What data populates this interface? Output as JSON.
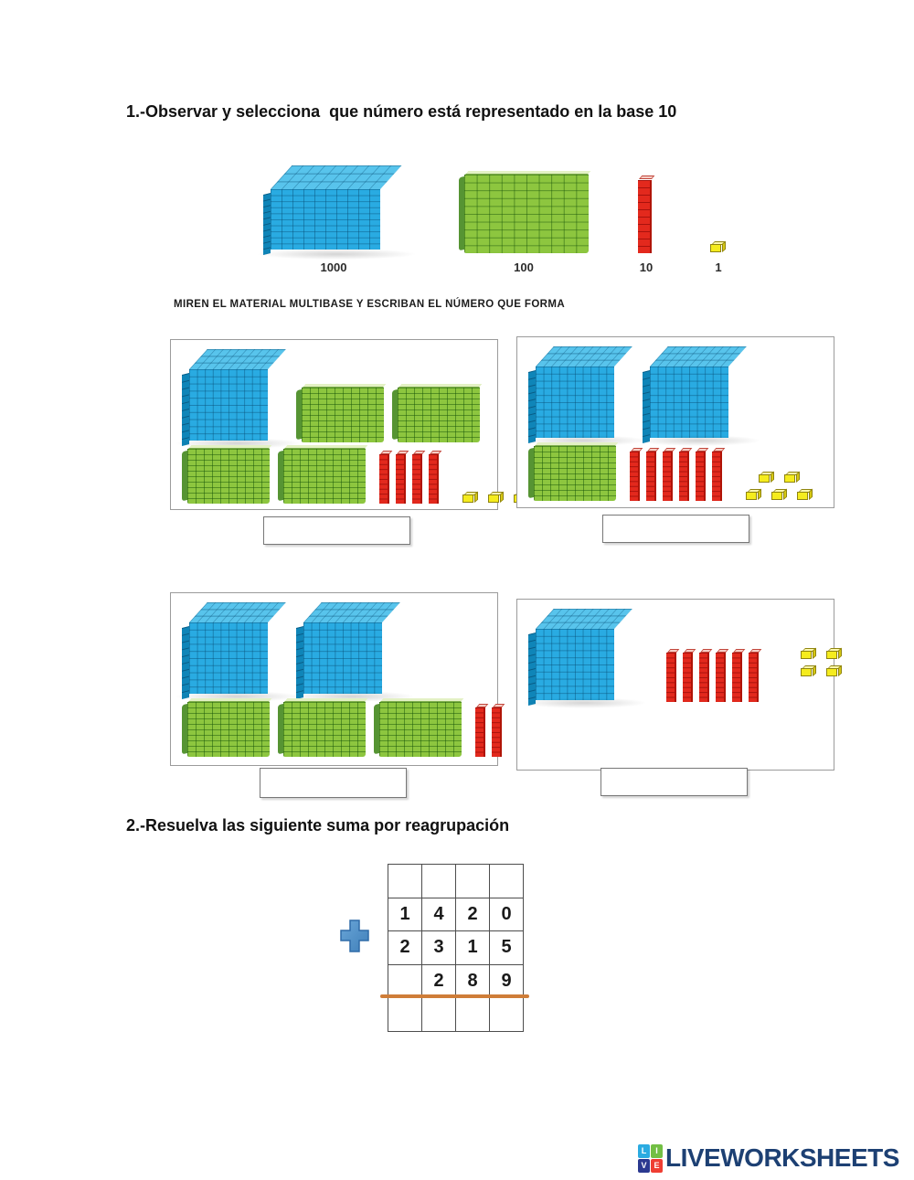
{
  "section1": {
    "title": "1.-Observar y selecciona  que número está representado en la base 10",
    "instruction": "MIREN EL MATERIAL MULTIBASE Y ESCRIBAN EL NÚMERO QUE FORMA",
    "legend": [
      {
        "type": "cube",
        "label": "1000"
      },
      {
        "type": "flat",
        "label": "100"
      },
      {
        "type": "rod",
        "label": "10"
      },
      {
        "type": "unit",
        "label": "1"
      }
    ],
    "panels": [
      {
        "counts": {
          "cubes": 1,
          "flats": 4,
          "rods": 4,
          "units": 3
        },
        "answer_value": "",
        "rows": [
          [
            {
              "block": "cube"
            },
            {
              "block": "flat"
            },
            {
              "block": "flat"
            }
          ],
          [
            {
              "block": "flat"
            },
            {
              "block": "flat"
            },
            {
              "block": "rods",
              "count": 4
            },
            {
              "block": "units",
              "layout": [
                3
              ]
            }
          ]
        ]
      },
      {
        "counts": {
          "cubes": 2,
          "flats": 1,
          "rods": 6,
          "units": 5
        },
        "answer_value": "",
        "rows": [
          [
            {
              "block": "cube"
            },
            {
              "block": "cube"
            }
          ],
          [
            {
              "block": "flat"
            },
            {
              "block": "rods",
              "count": 6
            },
            {
              "block": "units",
              "layout": [
                2,
                3
              ]
            }
          ]
        ]
      },
      {
        "counts": {
          "cubes": 2,
          "flats": 3,
          "rods": 2,
          "units": 0
        },
        "answer_value": "",
        "rows": [
          [
            {
              "block": "cube"
            },
            {
              "block": "cube"
            }
          ],
          [
            {
              "block": "flat"
            },
            {
              "block": "flat"
            },
            {
              "block": "flat"
            },
            {
              "block": "rods",
              "count": 2
            }
          ]
        ]
      },
      {
        "counts": {
          "cubes": 1,
          "flats": 0,
          "rods": 6,
          "units": 4
        },
        "answer_value": "",
        "rows": [
          [
            {
              "block": "cube"
            },
            {
              "block": "rods",
              "count": 6
            },
            {
              "block": "units",
              "layout": [
                2,
                2
              ]
            }
          ]
        ]
      }
    ]
  },
  "section2": {
    "title": "2.-Resuelva las siguiente suma por reagrupación",
    "operator": "+",
    "grid": {
      "columns": 4,
      "rows": [
        [
          "",
          "",
          "",
          ""
        ],
        [
          "1",
          "4",
          "2",
          "0"
        ],
        [
          "2",
          "3",
          "1",
          "5"
        ],
        [
          "",
          "2",
          "8",
          "9"
        ],
        [
          "",
          "",
          "",
          ""
        ]
      ],
      "sum_line_after_row": 4
    }
  },
  "footer": {
    "logo_text": "LIVEWORKSHEETS",
    "logo_squares": [
      {
        "letter": "L",
        "color": "#2babe1"
      },
      {
        "letter": "I",
        "color": "#72bf44"
      },
      {
        "letter": "V",
        "color": "#2b3990"
      },
      {
        "letter": "E",
        "color": "#ef3e33"
      }
    ]
  },
  "colors": {
    "cube_blue": "#29abe2",
    "flat_green": "#8dc63f",
    "rod_red": "#e3291d",
    "unit_yellow": "#f5ec1e",
    "sum_line_orange": "#cf7d38",
    "plus_blue": "#4e8fc9",
    "logo_navy": "#1d4073"
  }
}
